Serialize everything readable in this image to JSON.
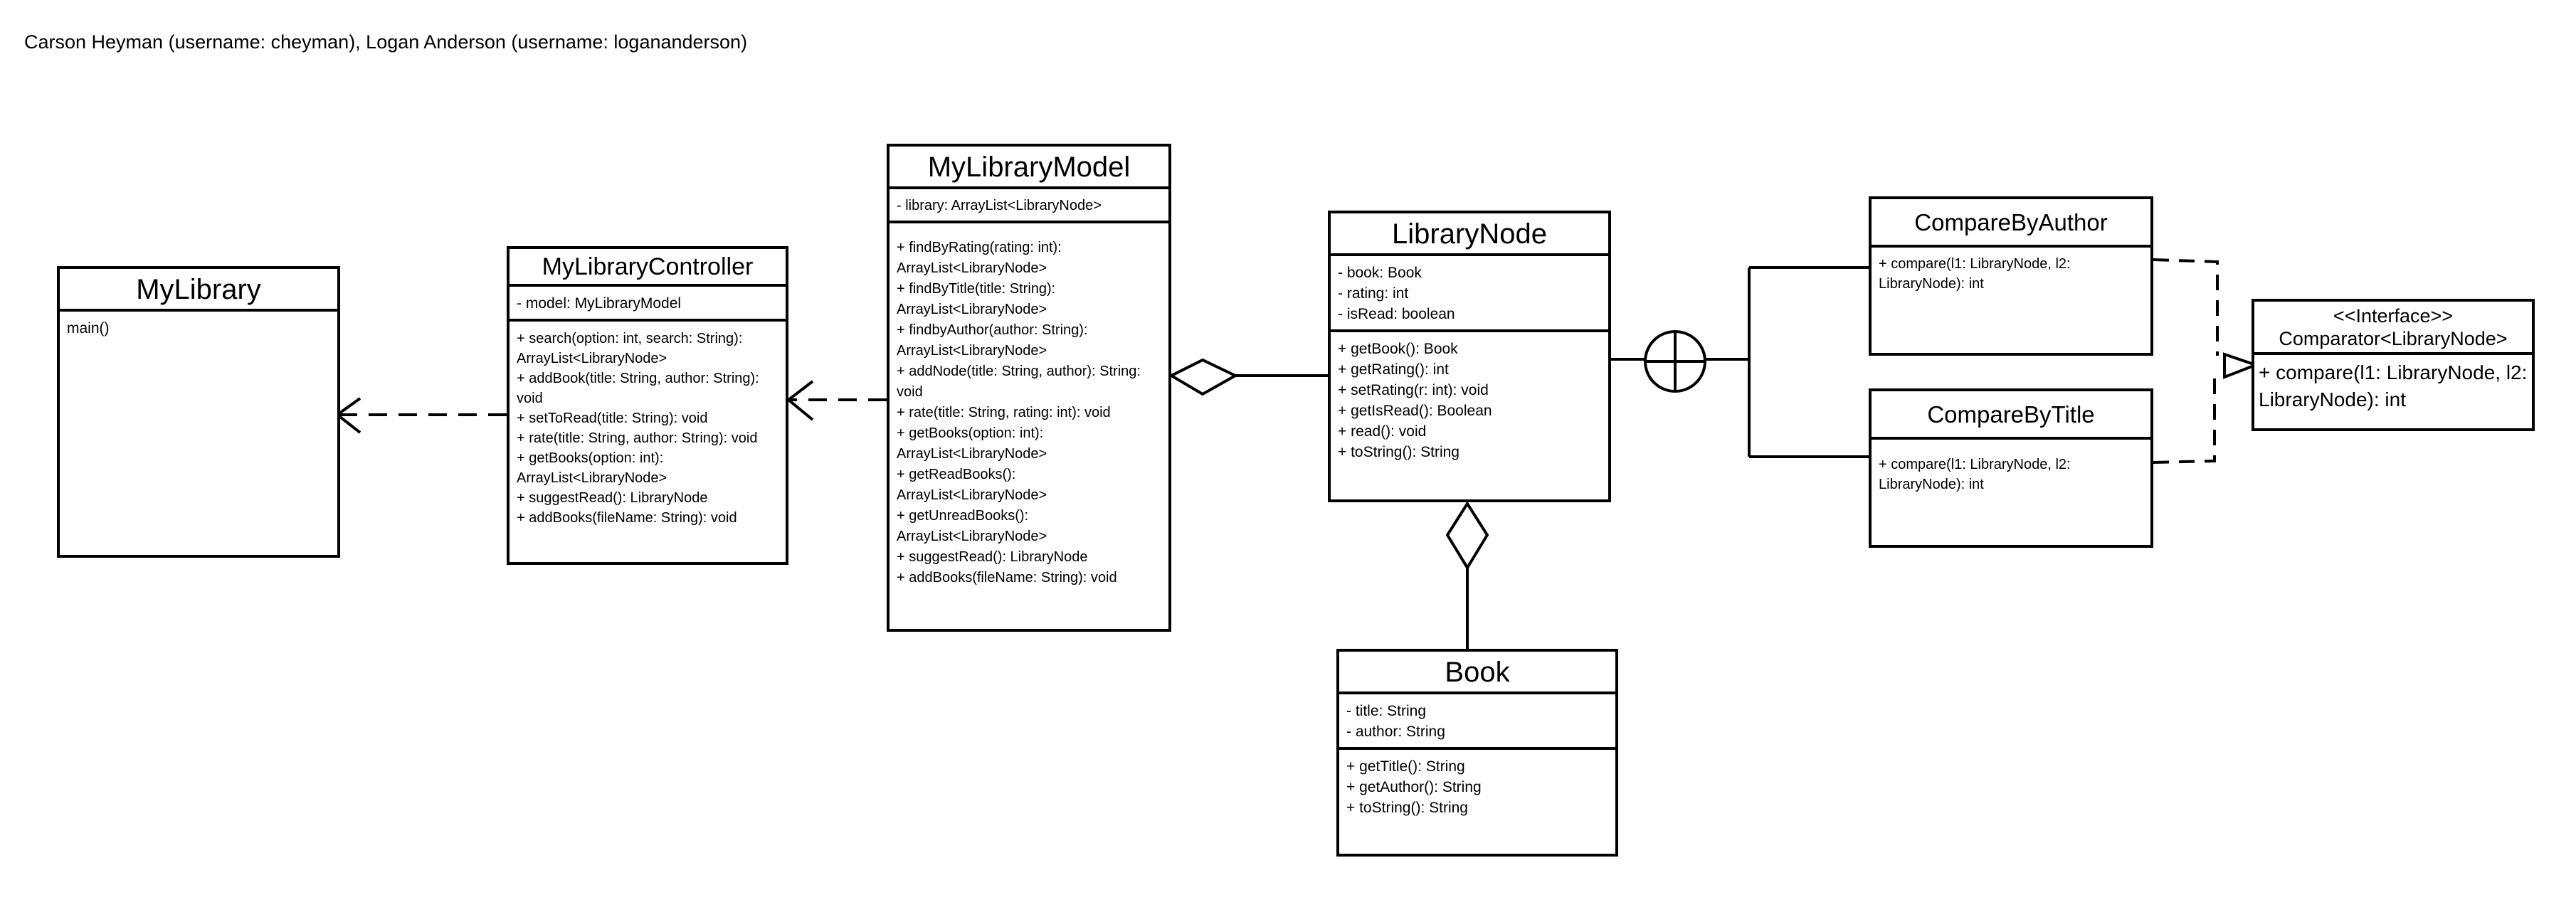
{
  "header": {
    "authors": "Carson Heyman (username: cheyman), Logan Anderson (username: logananderson)"
  },
  "classes": {
    "my_library": {
      "name": "MyLibrary",
      "methods": [
        "main()"
      ]
    },
    "controller": {
      "name": "MyLibraryController",
      "attributes": [
        "- model: MyLibraryModel"
      ],
      "methods": [
        "+ search(option: int, search: String): ArrayList<LibraryNode>",
        "+ addBook(title: String, author: String): void",
        "+ setToRead(title: String): void",
        "+ rate(title: String, author: String): void",
        "+ getBooks(option: int): ArrayList<LibraryNode>",
        "+ suggestRead(): LibraryNode",
        "+ addBooks(fileName: String): void"
      ]
    },
    "model": {
      "name": "MyLibraryModel",
      "attributes": [
        "- library: ArrayList<LibraryNode>"
      ],
      "methods": [
        "+ findByRating(rating: int): ArrayList<LibraryNode>",
        "+ findByTitle(title: String): ArrayList<LibraryNode>",
        "+ findbyAuthor(author: String): ArrayList<LibraryNode>",
        "+ addNode(title: String, author): String: void",
        "+ rate(title: String, rating: int): void",
        "+ getBooks(option: int): ArrayList<LibraryNode>",
        "+ getReadBooks(): ArrayList<LibraryNode>",
        "+ getUnreadBooks(): ArrayList<LibraryNode>",
        "+ suggestRead(): LibraryNode",
        "+ addBooks(fileName: String): void"
      ]
    },
    "library_node": {
      "name": "LibraryNode",
      "attributes": [
        "- book: Book",
        "- rating: int",
        "- isRead: boolean"
      ],
      "methods": [
        "+ getBook(): Book",
        "+ getRating(): int",
        "+ setRating(r: int): void",
        "+ getIsRead(): Boolean",
        "+ read(): void",
        "+ toString(): String"
      ]
    },
    "book": {
      "name": "Book",
      "attributes": [
        "- title: String",
        "- author: String"
      ],
      "methods": [
        "+ getTitle(): String",
        "+ getAuthor(): String",
        "+ toString(): String"
      ]
    },
    "compare_by_author": {
      "name": "CompareByAuthor",
      "methods": [
        "+ compare(l1: LibraryNode, l2: LibraryNode): int"
      ]
    },
    "compare_by_title": {
      "name": "CompareByTitle",
      "methods": [
        "+ compare(l1: LibraryNode, l2: LibraryNode): int"
      ]
    },
    "comparator": {
      "stereotype": "<<Interface>>",
      "name": "Comparator<LibraryNode>",
      "methods": [
        "+ compare(l1: LibraryNode, l2: LibraryNode): int"
      ]
    }
  }
}
